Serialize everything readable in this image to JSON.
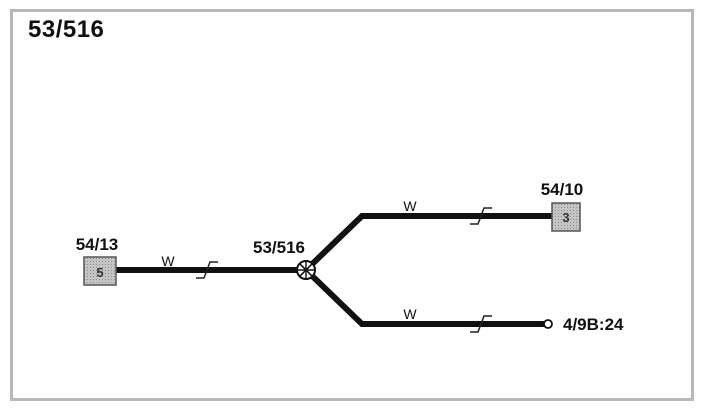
{
  "title": "53/516",
  "connectors": {
    "left": {
      "name": "54/13",
      "pin": "5"
    },
    "top_right": {
      "name": "54/10",
      "pin": "3"
    },
    "splice": {
      "name": "53/516"
    },
    "bottom_right": {
      "name": "4/9B:24"
    }
  },
  "wires": {
    "left_color": "W",
    "upper_color": "W",
    "lower_color": "W"
  },
  "colors": {
    "wire": "#111111",
    "connector_fill": "#b9b9b9",
    "border": "#b8b8b8"
  }
}
